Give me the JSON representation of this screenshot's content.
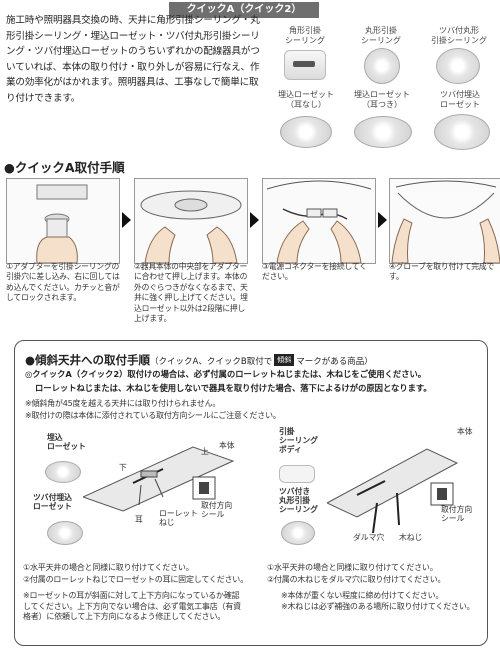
{
  "header": {
    "banner": "クイックA（クイック2）",
    "intro": "施工時や照明器具交換の時、天井に角形引掛シーリング・丸形引掛シーリング・埋込ローゼット・ツバ付丸形引掛シーリング・ツバ付埋込ローゼットのうちいずれかの配線器具がついていれば、本体の取り付け・取り外しが容易に行なえ、作業の効率化がはかれます。照明器具は、工事なしで簡単に取り付けできます。"
  },
  "products": [
    {
      "label": "角形引掛\nシーリング",
      "icon": "square-ceiling-icon"
    },
    {
      "label": "丸形引掛\nシーリング",
      "icon": "round-ceiling-icon"
    },
    {
      "label": "ツバ付丸形\n引掛シーリング",
      "icon": "flanged-round-ceiling-icon"
    },
    {
      "label": "埋込ローゼット\n（耳なし）",
      "icon": "rosette-no-ear-icon"
    },
    {
      "label": "埋込ローゼット\n（耳つき）",
      "icon": "rosette-ear-icon"
    },
    {
      "label": "ツバ付埋込\nローゼット",
      "icon": "flanged-rosette-icon"
    }
  ],
  "steps_section": {
    "title": "●クイックA取付手順",
    "steps": [
      "①アダプターを引掛シーリングの引掛穴に差し込み、右に回してはめ込んでください。カチッと音がしてロックされます。",
      "②器具本体の中央部をアダプターに合わせて押し上げます。本体の外のぐらつきがなくなるまで、天井に強く押し上げてください。埋込ローゼット以外は2段階に押し上げます。",
      "③電源コネクターを接続してください。",
      "④グローブを取り付けて完成です。"
    ]
  },
  "slope_section": {
    "title": "●傾斜天井への取付手順",
    "title_suffix_1": "（クイックA、クイックB取付で",
    "title_mark": "傾斜",
    "title_suffix_2": "マークがある商品）",
    "bold_line_1": "◎クイックA（クイック2）取付けの場合は、必ず付属のローレットねじまたは、木ねじをご使用ください。",
    "bold_line_2": "ローレットねじまたは、木ねじを使用しないで器具を取り付けた場合、落下によるけがの原因となります。",
    "note_1": "※傾斜角が45度を越える天井には取り付けられません。",
    "note_2": "※取付けの際は本体に添付されている取付方向シールにご注意ください。",
    "left": {
      "labels": [
        "埋込\nローゼット",
        "ツバ付埋込\nローゼット"
      ],
      "ceiling_label": "本体",
      "parts": [
        "耳",
        "ローレット\nねじ",
        "取付方向\nシール"
      ],
      "arrow_up": "上",
      "arrow_down": "下",
      "steps": [
        "①水平天井の場合と同様に取り付けてください。",
        "②付属のローレットねじでローゼットの耳に固定してください。"
      ],
      "notes": "※ローゼットの耳が斜面に対して上下方向になっているか確認してください。上下方向でない場合は、必ず電気工事店（有資格者）に依頼して上下方向になるよう修正してください。"
    },
    "right": {
      "labels": [
        "引掛\nシーリング\nボディ",
        "ツバ付き\n丸形引掛\nシーリング"
      ],
      "ceiling_label": "本体",
      "parts": [
        "ダルマ穴",
        "木ねじ",
        "取付方向\nシール"
      ],
      "steps": [
        "①水平天井の場合と同様に取り付けてください。",
        "②付属の木ねじをダルマ穴に取り付けてください。"
      ],
      "notes": "※本体が重くない程度に締め付けてください。\n※木ねじは必ず補強のある場所に取り付けてください。"
    }
  }
}
